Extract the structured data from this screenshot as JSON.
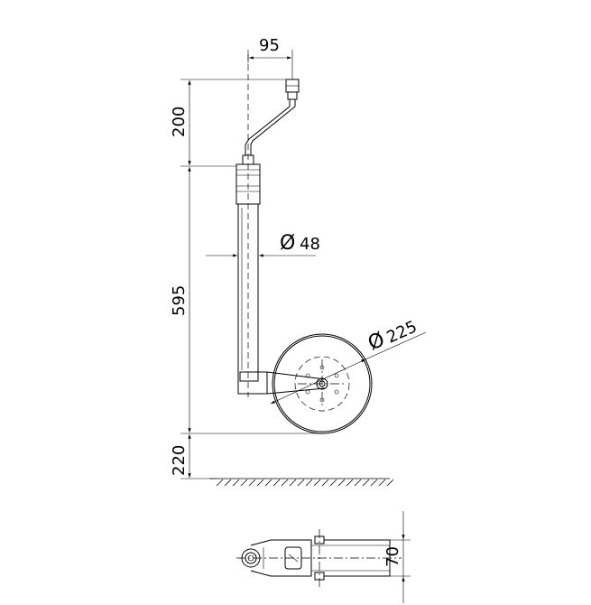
{
  "dimensions": {
    "crank_offset": "95",
    "crank_height": "200",
    "tube_length": "595",
    "wheel_clearance": "220",
    "tube_diameter": "48",
    "wheel_diameter": "225",
    "wheel_width": "70"
  },
  "symbols": {
    "diameter": "Ø"
  }
}
